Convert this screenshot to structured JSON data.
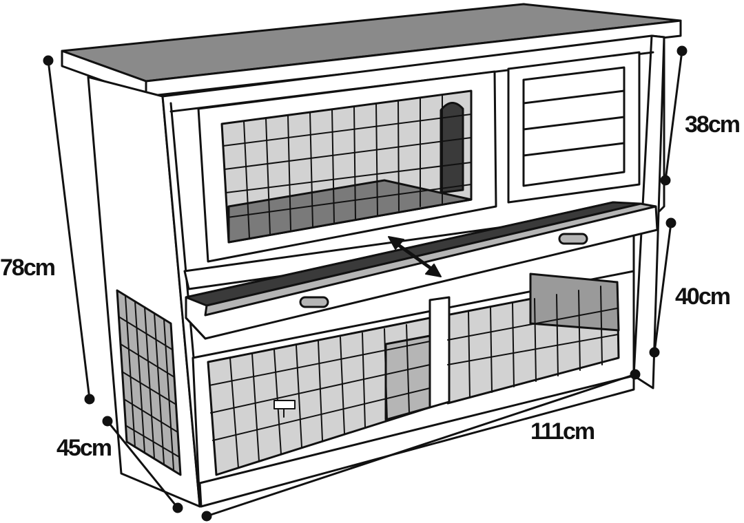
{
  "diagram": {
    "dimensions": {
      "height_total": "78cm",
      "height_upper": "38cm",
      "height_lower": "40cm",
      "depth": "45cm",
      "width": "111cm"
    },
    "colors": {
      "outline": "#111111",
      "wood": "#ffffff",
      "roof": "#8a8a8a",
      "shadow_dark": "#7a7a7a",
      "shadow_mid": "#b5b5b5",
      "shadow_light": "#d2d2d2",
      "tray_dark": "#3a3a3a"
    }
  }
}
